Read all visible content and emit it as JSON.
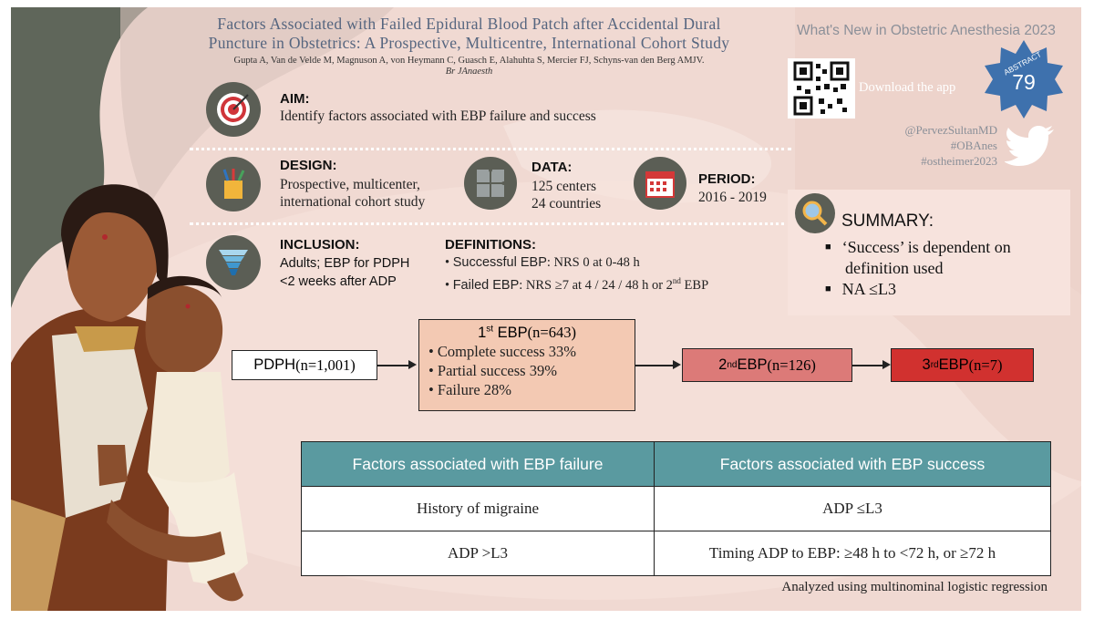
{
  "header": {
    "title": "Factors Associated with Failed Epidural Blood Patch after Accidental Dural Puncture in Obstetrics: A Prospective, Multicentre, International Cohort Study",
    "title_line1": "Factors Associated with Failed Epidural Blood Patch after Accidental Dural",
    "title_line2": "Puncture in Obstetrics: A Prospective, Multicentre, International Cohort Study",
    "authors": "Gupta A, Van de Velde M, Magnuson A, von Heymann C, Guasch E, Alahuhta S, Mercier FJ, Schyns-van den Berg AMJV.",
    "journal": "Br JAnaesth",
    "brand": "What's New in Obstetric Anesthesia 2023"
  },
  "badge": {
    "label": "ABSTRACT",
    "number": "79",
    "color": "#3e71ad"
  },
  "download": {
    "label": "Download the app"
  },
  "social": {
    "handle": "@PervezSultanMD",
    "tag1": "#OBAnes",
    "tag2": "#ostheimer2023"
  },
  "aim": {
    "label": "AIM:",
    "text": "Identify factors associated with EBP failure and success"
  },
  "design": {
    "label": "DESIGN:",
    "line1": "Prospective, multicenter,",
    "line2": "international cohort study"
  },
  "data": {
    "label": "DATA:",
    "line1": "125 centers",
    "line2": "24 countries"
  },
  "period": {
    "label": "PERIOD:",
    "text": "2016 - 2019"
  },
  "inclusion": {
    "label": "INCLUSION:",
    "line1": "Adults; EBP for PDPH",
    "line2": "<2 weeks after ADP"
  },
  "definitions": {
    "label": "DEFINITIONS:",
    "item1_bold": "Successful EBP",
    "item1_rest": ": NRS 0 at 0-48 h",
    "item2_bold": "Failed EBP",
    "item2_rest": ": NRS ≥7 at 4 / 24 / 48 h or 2",
    "item2_sup": "nd",
    "item2_end": " EBP"
  },
  "summary": {
    "label": "SUMMARY:",
    "bullet1_line1": "‘Success’ is dependent on",
    "bullet1_line2": "definition used",
    "bullet2": "NA ≤L3"
  },
  "flow": {
    "pdph_label": "PDPH",
    "pdph_n": "(n=1,001)",
    "first_prefix": "1",
    "first_sup": "st",
    "first_label": " EBP",
    "first_n": "(n=643)",
    "first_items": [
      "• Complete success 33%",
      "• Partial success 39%",
      "• Failure 28%"
    ],
    "second_prefix": "2",
    "second_sup": "nd",
    "second_label": " EBP",
    "second_n": "(n=126)",
    "third_prefix": "3",
    "third_sup": "rd",
    "third_label": " EBP",
    "third_n": "(n=7)"
  },
  "table": {
    "headers": [
      "Factors associated with EBP failure",
      "Factors associated with EBP success"
    ],
    "rows": [
      [
        "History of migraine",
        "ADP ≤L3"
      ],
      [
        "ADP >L3",
        "Timing ADP to EBP: ≥48 h to <72 h, or ≥72 h"
      ]
    ]
  },
  "footnote": "Analyzed using multinominal logistic regression",
  "colors": {
    "background": "#f0d9d2",
    "table_header": "#5a9aa0",
    "first_ebp_box": "#f3c9b3",
    "second_ebp_box": "#dc7a78",
    "third_ebp_box": "#d1312f"
  }
}
